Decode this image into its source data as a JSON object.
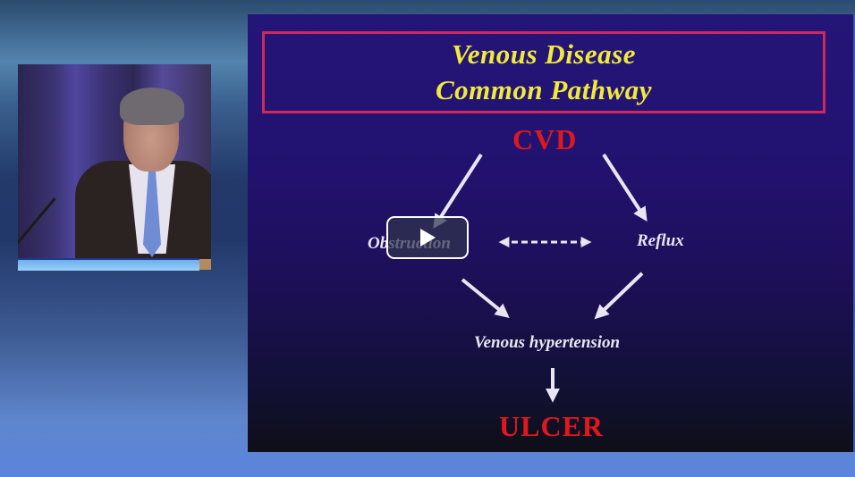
{
  "player": {
    "play_button_label": "Play video",
    "play_icon": "play-icon"
  },
  "slide": {
    "title": {
      "line1": "Venous Disease",
      "line2": "Common Pathway"
    },
    "nodes": {
      "top": "CVD",
      "left": "Obstruction",
      "right": "Reflux",
      "middle": "Venous hypertension",
      "bottom": "ULCER"
    },
    "colors": {
      "title_text": "#f0ea3c",
      "title_border": "#d0285a",
      "emphasis_text": "#e0181e",
      "node_text": "#e9e6f2",
      "background_top": "#241578",
      "background_bottom": "#0e0f18"
    }
  },
  "speaker_inset": {
    "description": "Presenter at podium"
  }
}
